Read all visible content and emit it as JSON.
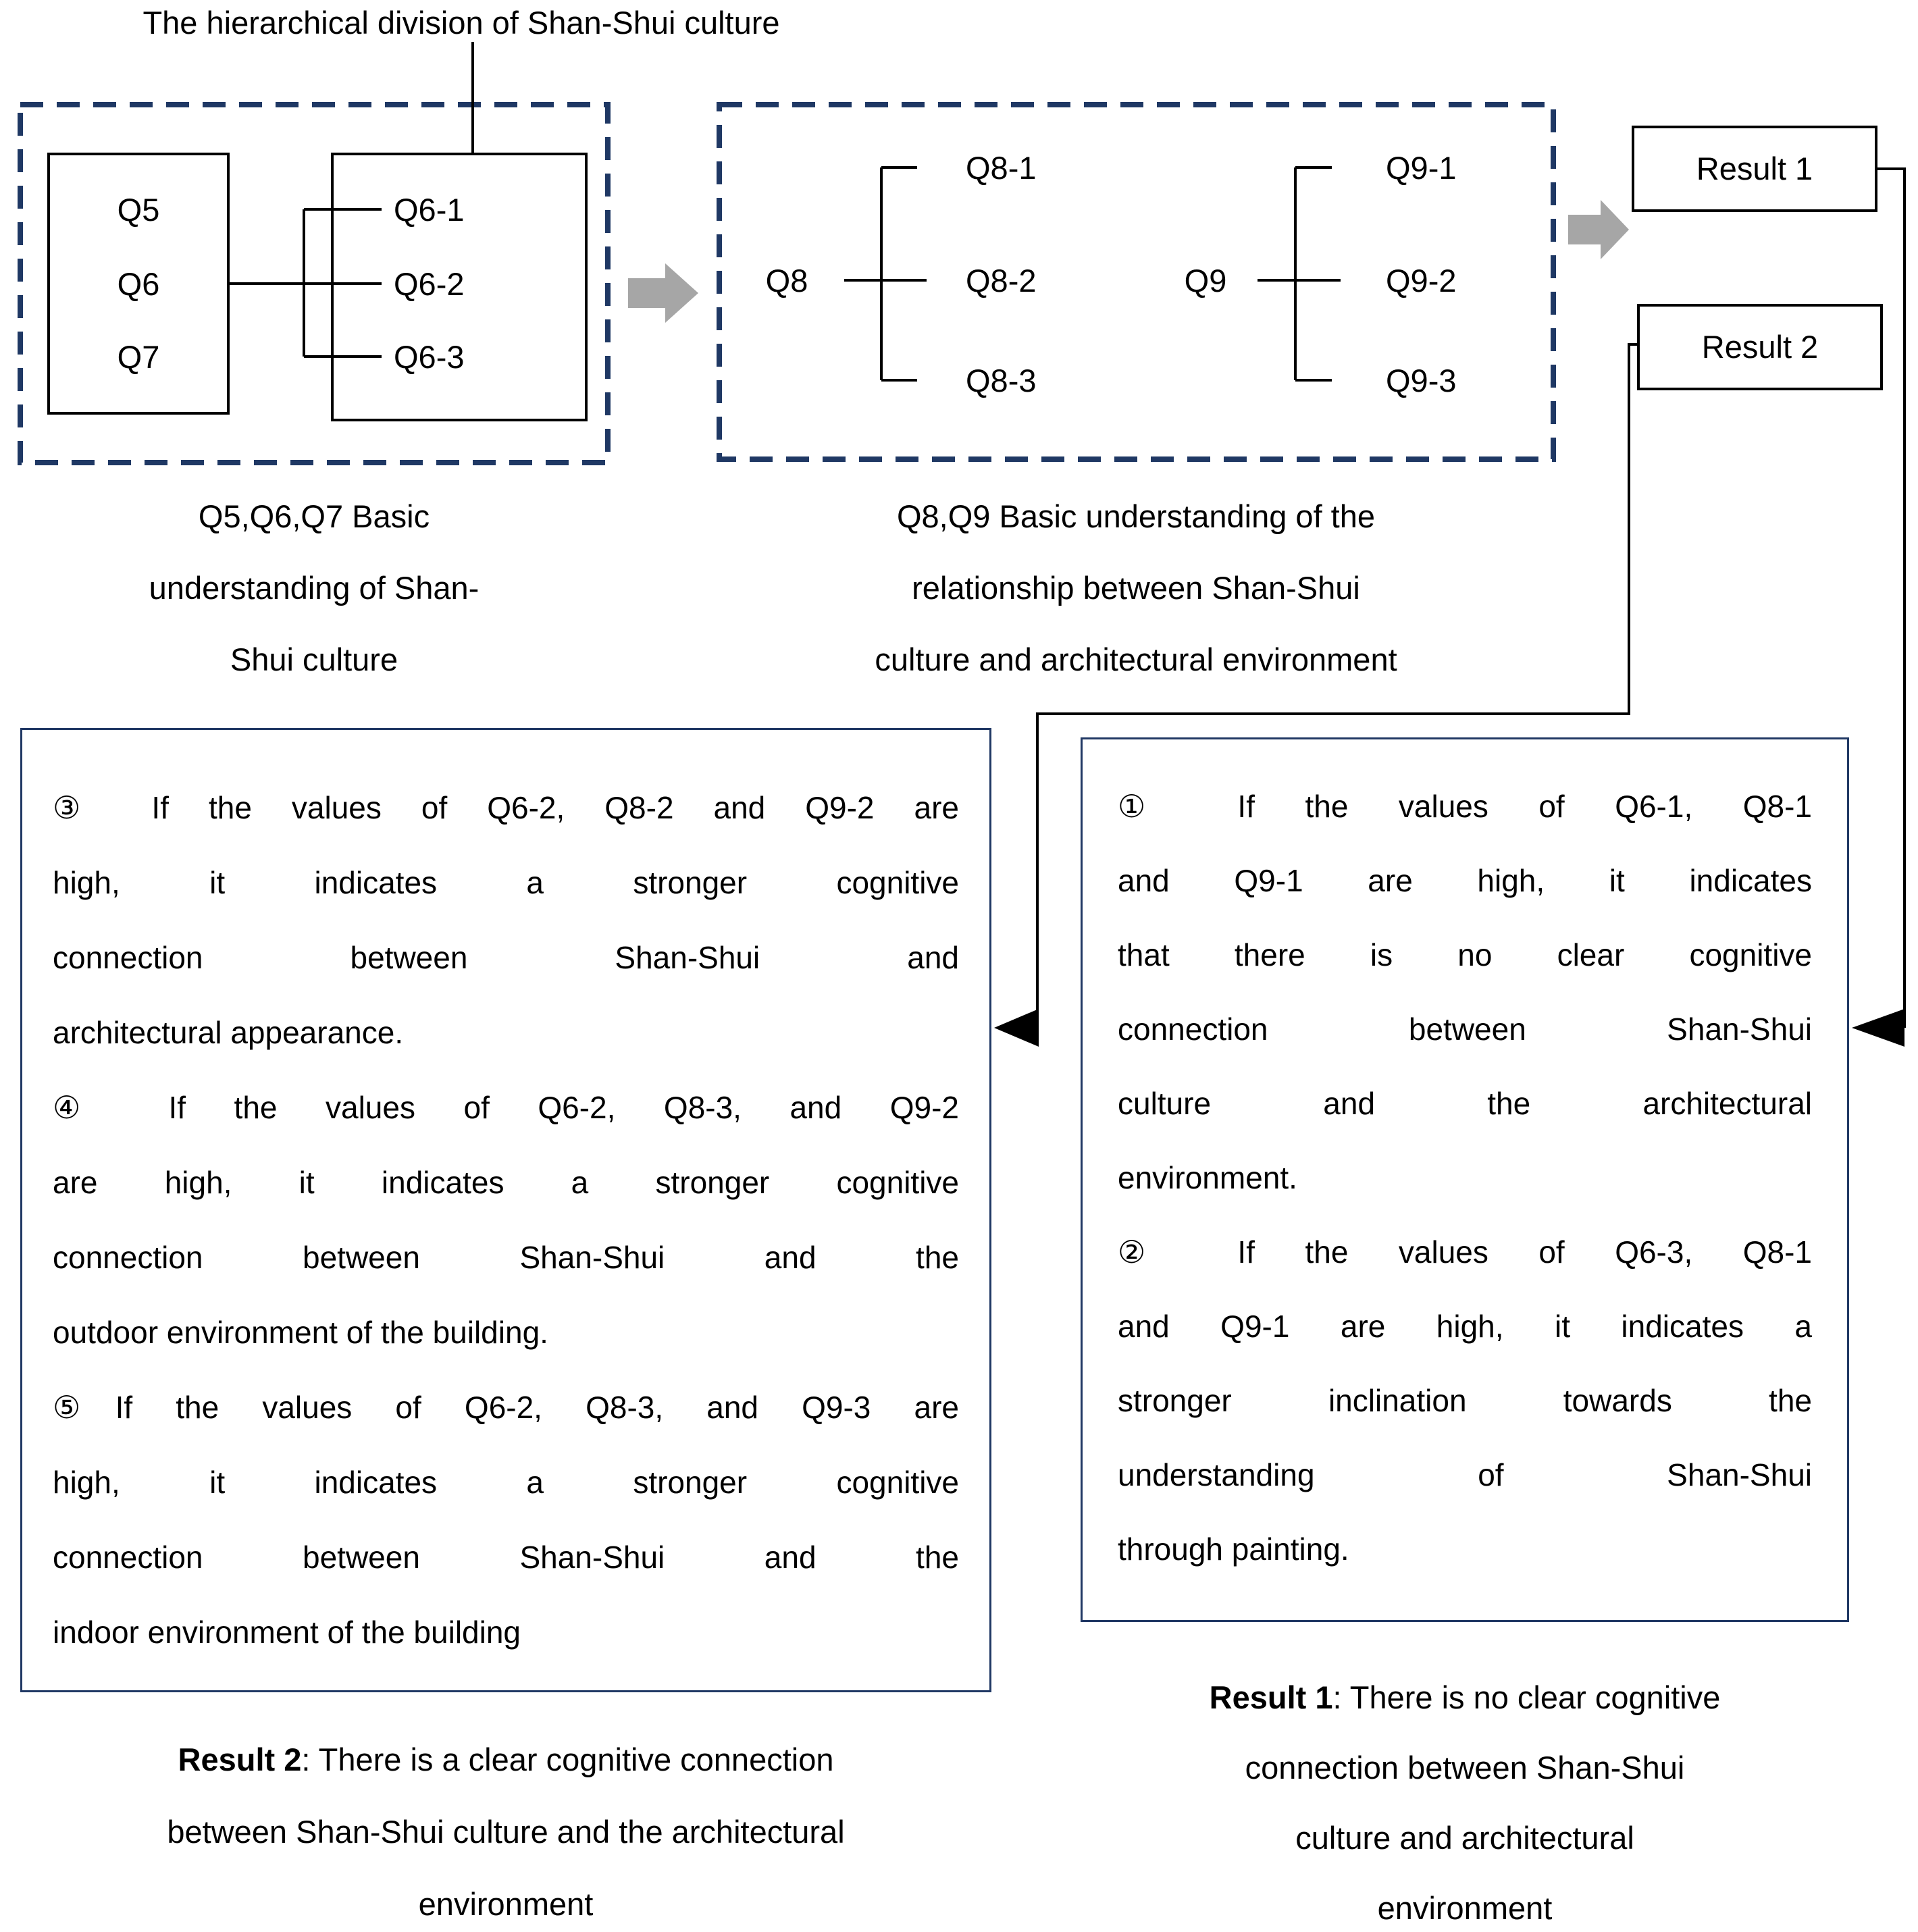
{
  "title": "The hierarchical division of Shan-Shui culture",
  "group1": {
    "items": [
      "Q5",
      "Q6",
      "Q7"
    ],
    "subitems": [
      "Q6-1",
      "Q6-2",
      "Q6-3"
    ],
    "caption_lines": [
      "Q5,Q6,Q7 Basic",
      "understanding of Shan-",
      "Shui culture"
    ]
  },
  "group2": {
    "q8_label": "Q8",
    "q8_subitems": [
      "Q8-1",
      "Q8-2",
      "Q8-3"
    ],
    "q9_label": "Q9",
    "q9_subitems": [
      "Q9-1",
      "Q9-2",
      "Q9-3"
    ],
    "caption_lines": [
      "Q8,Q9 Basic understanding of the",
      "relationship between Shan-Shui",
      "culture and architectural environment"
    ]
  },
  "results": {
    "result1_label": "Result 1",
    "result2_label": "Result 2"
  },
  "box_left": {
    "lines": [
      "③ If the values of Q6-2, Q8-2 and Q9-2 are",
      "high, it indicates a stronger cognitive",
      "connection between Shan-Shui and",
      "architectural appearance.",
      "④ If the values of Q6-2, Q8-3, and Q9-2",
      "are high, it indicates a stronger cognitive",
      "connection between Shan-Shui and the",
      "outdoor environment of the building.",
      "⑤If the values of Q6-2, Q8-3, and Q9-3 are",
      "high, it indicates a stronger cognitive",
      "connection between Shan-Shui and the",
      "indoor environment of the building"
    ]
  },
  "box_right": {
    "lines": [
      "① If the values of Q6-1, Q8-1",
      "and Q9-1 are high, it indicates",
      "that there is no clear cognitive",
      "connection between Shan-Shui",
      "culture and the architectural",
      "environment.",
      "② If the values of Q6-3, Q8-1",
      "and Q9-1 are high, it indicates a",
      "stronger inclination towards the",
      "understanding of Shan-Shui",
      "through painting."
    ]
  },
  "caption_left": {
    "bold": "Result 2",
    "rest": ": There is a clear cognitive connection between Shan-Shui culture and the architectural environment"
  },
  "caption_right": {
    "bold": "Result 1",
    "rest": ": There is no clear cognitive connection between Shan-Shui culture and architectural environment"
  },
  "colors": {
    "dashed_border": "#1f3864",
    "textbox_border": "#203864",
    "line_black": "#000000",
    "arrow_gray": "#a6a6a6"
  }
}
